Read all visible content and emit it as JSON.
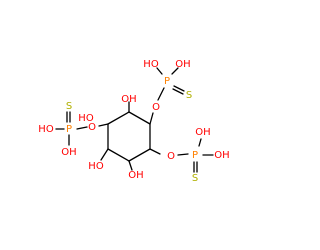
{
  "colors": {
    "bond": "#000000",
    "oxygen": "#ff0000",
    "phosphorus": "#ff8000",
    "sulfur": "#b0b000",
    "background": "#ffffff"
  },
  "labels": {
    "ring_oh_top": "OH",
    "ring_oh_right": "OH",
    "ring_oh_bottom_left": "HO",
    "ring_oh_left": "HO",
    "bridge_o_upper": "O",
    "bridge_o_lower": "O",
    "bridge_o_left": "O",
    "p_upper": "P",
    "p_lower": "P",
    "p_left": "P",
    "s_upper": "S",
    "s_lower": "S",
    "s_left": "S",
    "upper_p_oh_a": "HO",
    "upper_p_oh_b": "OH",
    "lower_p_oh_a": "OH",
    "lower_p_oh_b": "OH",
    "left_p_oh_a": "HO",
    "left_p_oh_b": "OH"
  }
}
